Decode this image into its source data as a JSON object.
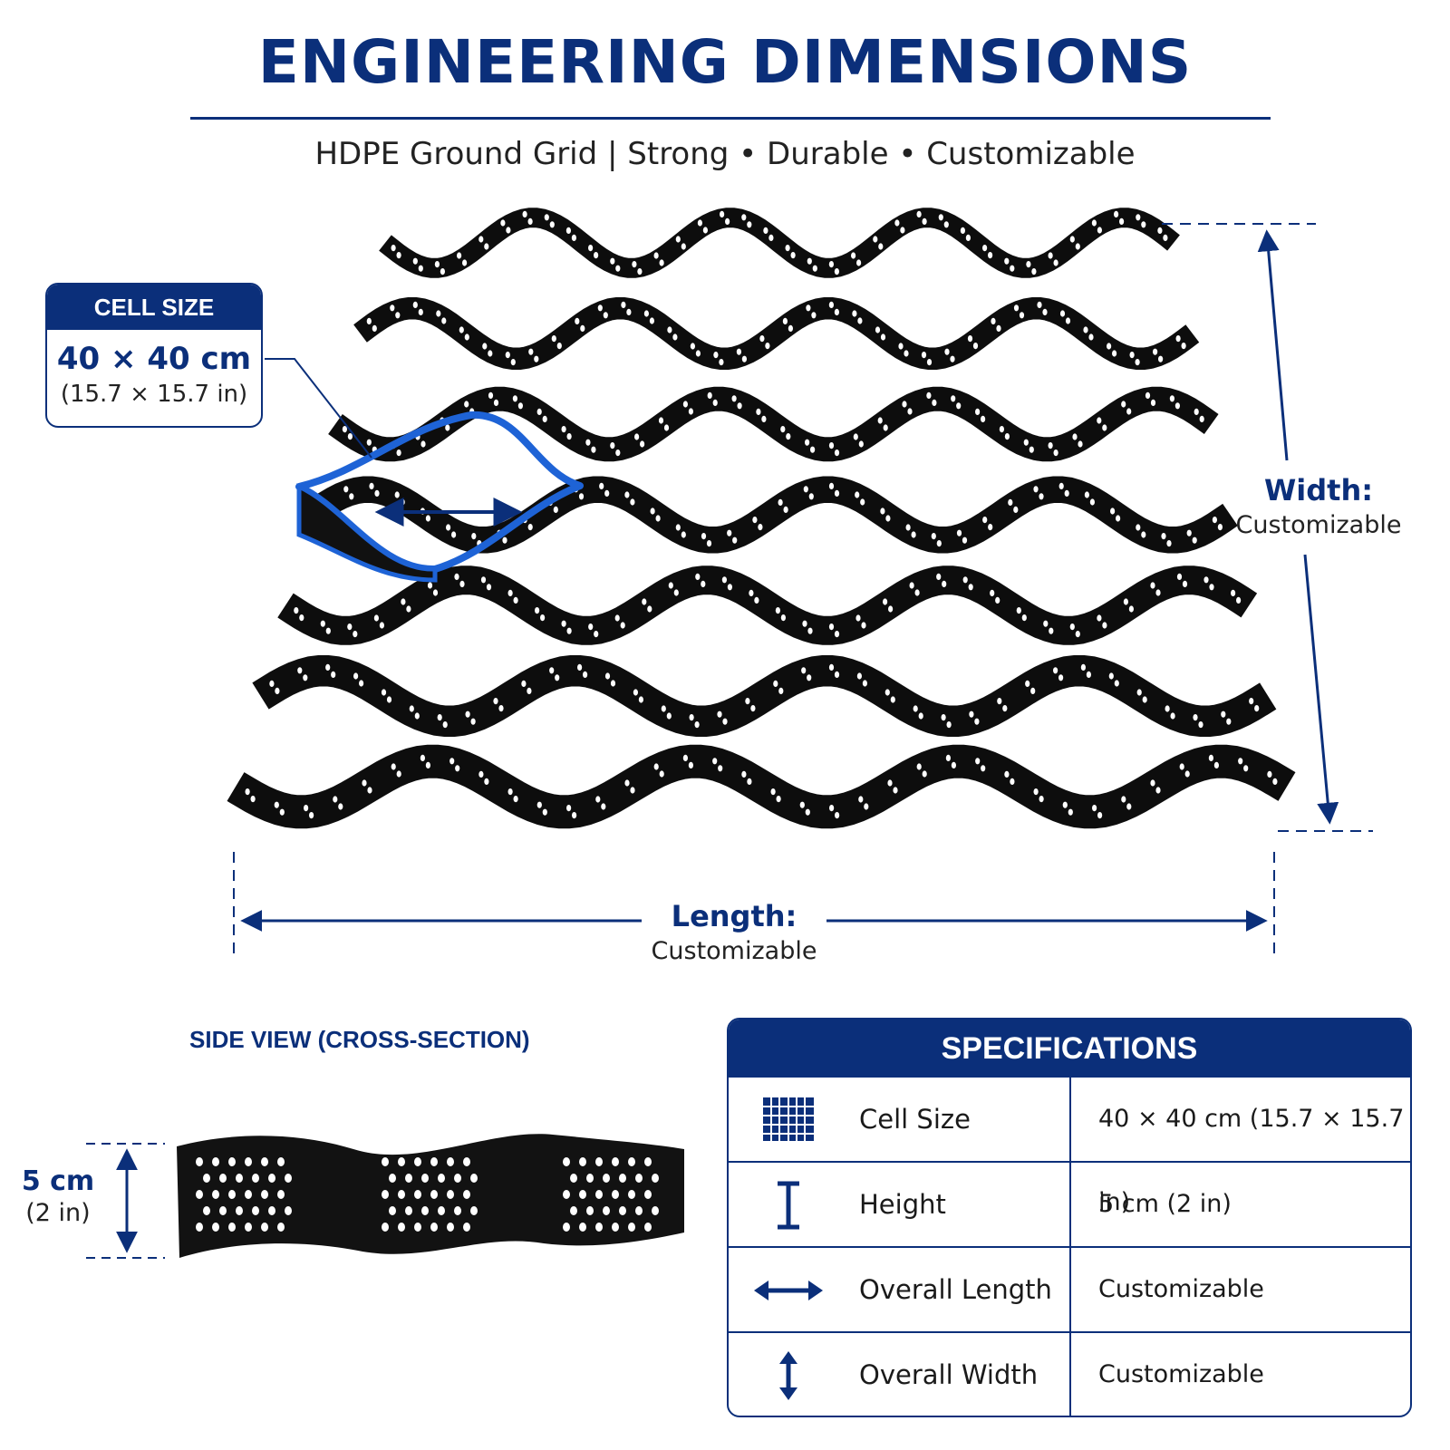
{
  "header": {
    "title": "ENGINEERING DIMENSIONS",
    "subtitle": "HDPE Ground Grid | Strong • Durable • Customizable"
  },
  "cell_callout": {
    "heading": "CELL SIZE",
    "value": "40 × 40 cm",
    "value_imperial": "(15.7 × 15.7 in)"
  },
  "width_dimension": {
    "label": "Width:",
    "value": "Customizable"
  },
  "length_dimension": {
    "label": "Length:",
    "value": "Customizable"
  },
  "side_view": {
    "title": "SIDE VIEW (CROSS-SECTION)",
    "height_value": "5 cm",
    "height_imperial": "(2 in)"
  },
  "specifications": {
    "heading": "SPECIFICATIONS",
    "rows": [
      {
        "icon": "grid-icon",
        "label": "Cell Size",
        "value": "40 × 40 cm (15.7 × 15.7 in)"
      },
      {
        "icon": "height-icon",
        "label": "Height",
        "value": "5 cm (2 in)"
      },
      {
        "icon": "horizontal-arrow-icon",
        "label": "Overall Length",
        "value": "Customizable"
      },
      {
        "icon": "vertical-arrow-icon",
        "label": "Overall Width",
        "value": "Customizable"
      }
    ]
  },
  "colors": {
    "navy": "#0b2f7a",
    "highlight_blue": "#1e63d6",
    "grid_black": "#0d0d0d"
  }
}
